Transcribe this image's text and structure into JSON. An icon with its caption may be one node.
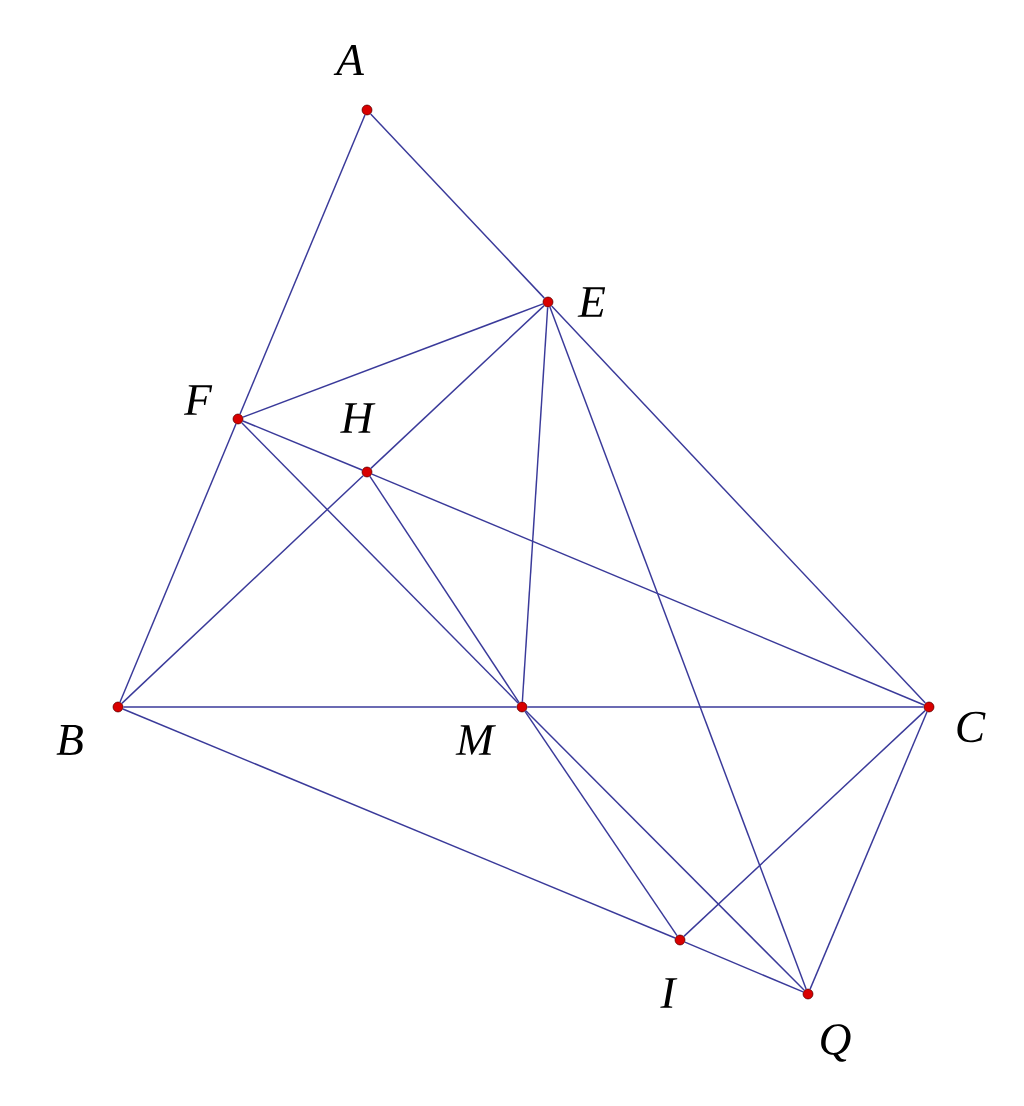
{
  "diagram": {
    "nodes": [
      {
        "text": [],
        "shape": "circle",
        "beside": [
          "A"
        ]
      },
      {
        "text": [],
        "shape": "circle",
        "beside": [
          "E"
        ]
      },
      {
        "text": [],
        "shape": "circle",
        "beside": [
          "F"
        ]
      },
      {
        "text": [],
        "shape": "circle",
        "beside": [
          "H"
        ]
      },
      {
        "text": [],
        "shape": "circle",
        "beside": [
          "B"
        ]
      },
      {
        "text": [],
        "shape": "circle",
        "beside": [
          "M"
        ]
      },
      {
        "text": [],
        "shape": "circle",
        "beside": [
          "C"
        ]
      },
      {
        "text": [],
        "shape": "circle",
        "beside": [
          "I"
        ]
      },
      {
        "text": [],
        "shape": "circle",
        "beside": [
          "Q"
        ]
      }
    ],
    "edges": [
      {
        "from": 0,
        "to": 2,
        "arrow": "none"
      },
      {
        "from": 2,
        "to": 4,
        "arrow": "none"
      },
      {
        "from": 0,
        "to": 1,
        "arrow": "none"
      },
      {
        "from": 1,
        "to": 6,
        "arrow": "none"
      },
      {
        "from": 2,
        "to": 1,
        "arrow": "none"
      },
      {
        "from": 2,
        "to": 3,
        "arrow": "none"
      },
      {
        "from": 3,
        "to": 6,
        "arrow": "none"
      },
      {
        "from": 2,
        "to": 5,
        "arrow": "none"
      },
      {
        "from": 3,
        "to": 5,
        "arrow": "none"
      },
      {
        "from": 3,
        "to": 1,
        "arrow": "none"
      },
      {
        "from": 4,
        "to": 3,
        "arrow": "none"
      },
      {
        "from": 1,
        "to": 5,
        "arrow": "none"
      },
      {
        "from": 1,
        "to": 8,
        "arrow": "none"
      },
      {
        "from": 4,
        "to": 5,
        "arrow": "none"
      },
      {
        "from": 5,
        "to": 6,
        "arrow": "none"
      },
      {
        "from": 4,
        "to": 7,
        "arrow": "none"
      },
      {
        "from": 7,
        "to": 8,
        "arrow": "none"
      },
      {
        "from": 5,
        "to": 7,
        "arrow": "none"
      },
      {
        "from": 5,
        "to": 8,
        "arrow": "none"
      },
      {
        "from": 7,
        "to": 6,
        "arrow": "none"
      },
      {
        "from": 6,
        "to": 8,
        "arrow": "none"
      }
    ]
  }
}
